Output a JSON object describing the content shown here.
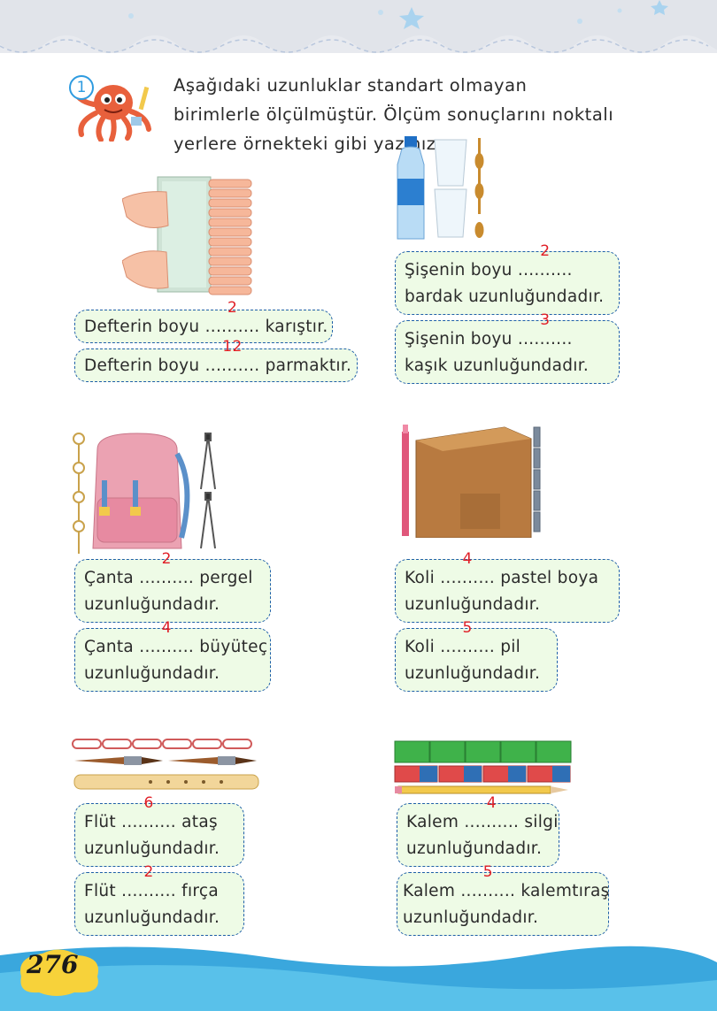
{
  "question": {
    "number": "1",
    "instruction": "Aşağıdaki uzunluklar standart olmayan birimlerle ölçülmüştür. Ölçüm sonuçlarını noktalı yerlere örnekteki gibi yazınız."
  },
  "boxes": [
    {
      "before": "Defterin boyu ",
      "dots": "..........",
      "value": "2",
      "after": " karıştır.",
      "line2": ""
    },
    {
      "before": "Defterin boyu ",
      "dots": "..........",
      "value": "12",
      "after": " parmaktır.",
      "line2": ""
    },
    {
      "before": "Şişenin boyu ",
      "dots": "..........",
      "value": "2",
      "after": "",
      "line2": "bardak uzunluğundadır."
    },
    {
      "before": "Şişenin boyu ",
      "dots": "..........",
      "value": "3",
      "after": "",
      "line2": "kaşık uzunluğundadır."
    },
    {
      "before": "Çanta ",
      "dots": "..........",
      "value": "2",
      "after": " pergel",
      "line2": "uzunluğundadır."
    },
    {
      "before": "Çanta ",
      "dots": "..........",
      "value": "4",
      "after": " büyüteç",
      "line2": "uzunluğundadır."
    },
    {
      "before": "Koli ",
      "dots": "..........",
      "value": "4",
      "after": " pastel boya",
      "line2": "uzunluğundadır."
    },
    {
      "before": "Koli ",
      "dots": "..........",
      "value": "5",
      "after": " pil",
      "line2": "uzunluğundadır."
    },
    {
      "before": "Flüt ",
      "dots": "..........",
      "value": "6",
      "after": " ataş",
      "line2": "uzunluğundadır."
    },
    {
      "before": "Flüt ",
      "dots": "..........",
      "value": "2",
      "after": " fırça",
      "line2": "uzunluğundadır."
    },
    {
      "before": "Kalem ",
      "dots": "..........",
      "value": "4",
      "after": " silgi",
      "line2": "uzunluğundadır."
    },
    {
      "before": "Kalem ",
      "dots": "..........",
      "value": "5",
      "after": " kalemtıraş",
      "line2": "uzunluğundadır."
    }
  ],
  "page_number": "276",
  "colors": {
    "box_bg": "#eefbe6",
    "box_border": "#1f5fa8",
    "answer": "#e01e26",
    "accent_blue": "#2e9be0",
    "page_badge": "#f7d23a"
  }
}
